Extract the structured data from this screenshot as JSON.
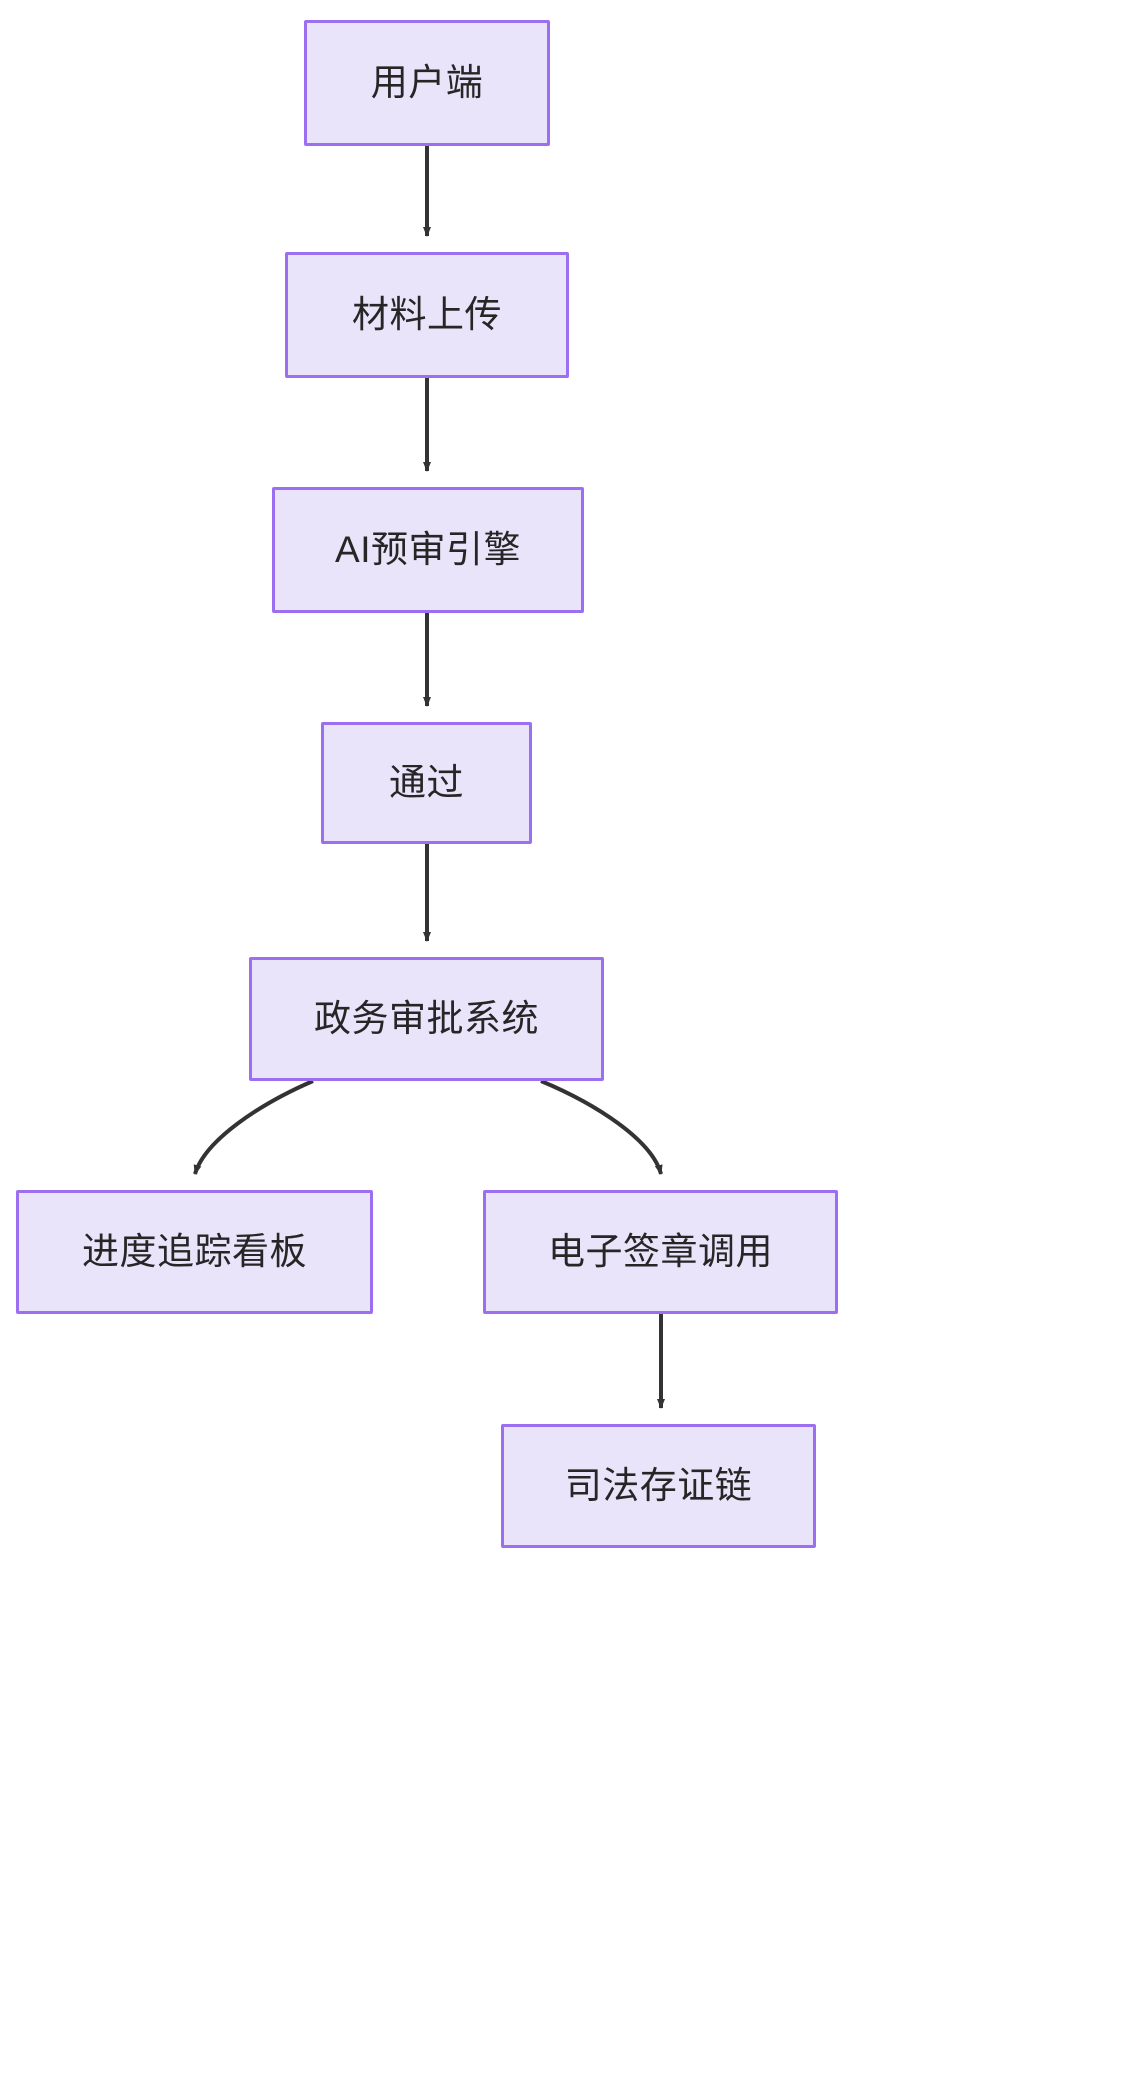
{
  "diagram": {
    "type": "flowchart",
    "direction": "top-to-bottom",
    "theme": {
      "node_fill": "#e9e4fa",
      "node_border": "#9b6ff0",
      "edge_color": "#333333",
      "text_color": "#262626",
      "background": "#ffffff"
    },
    "nodes": [
      {
        "id": "user",
        "label": "用户端"
      },
      {
        "id": "upload",
        "label": "材料上传"
      },
      {
        "id": "ai",
        "label": "AI预审引擎"
      },
      {
        "id": "pass",
        "label": "通过"
      },
      {
        "id": "approval",
        "label": "政务审批系统"
      },
      {
        "id": "tracking",
        "label": "进度追踪看板"
      },
      {
        "id": "seal",
        "label": "电子签章调用"
      },
      {
        "id": "chain",
        "label": "司法存证链"
      }
    ],
    "edges": [
      {
        "from": "user",
        "to": "upload",
        "label": "",
        "style": "straight-arrow"
      },
      {
        "from": "upload",
        "to": "ai",
        "label": "",
        "style": "straight-arrow"
      },
      {
        "from": "ai",
        "to": "pass",
        "label": "",
        "style": "straight-arrow"
      },
      {
        "from": "pass",
        "to": "approval",
        "label": "",
        "style": "straight-arrow"
      },
      {
        "from": "approval",
        "to": "tracking",
        "label": "",
        "style": "curved-arrow"
      },
      {
        "from": "approval",
        "to": "seal",
        "label": "",
        "style": "curved-arrow"
      },
      {
        "from": "seal",
        "to": "chain",
        "label": "",
        "style": "straight-arrow"
      }
    ]
  }
}
